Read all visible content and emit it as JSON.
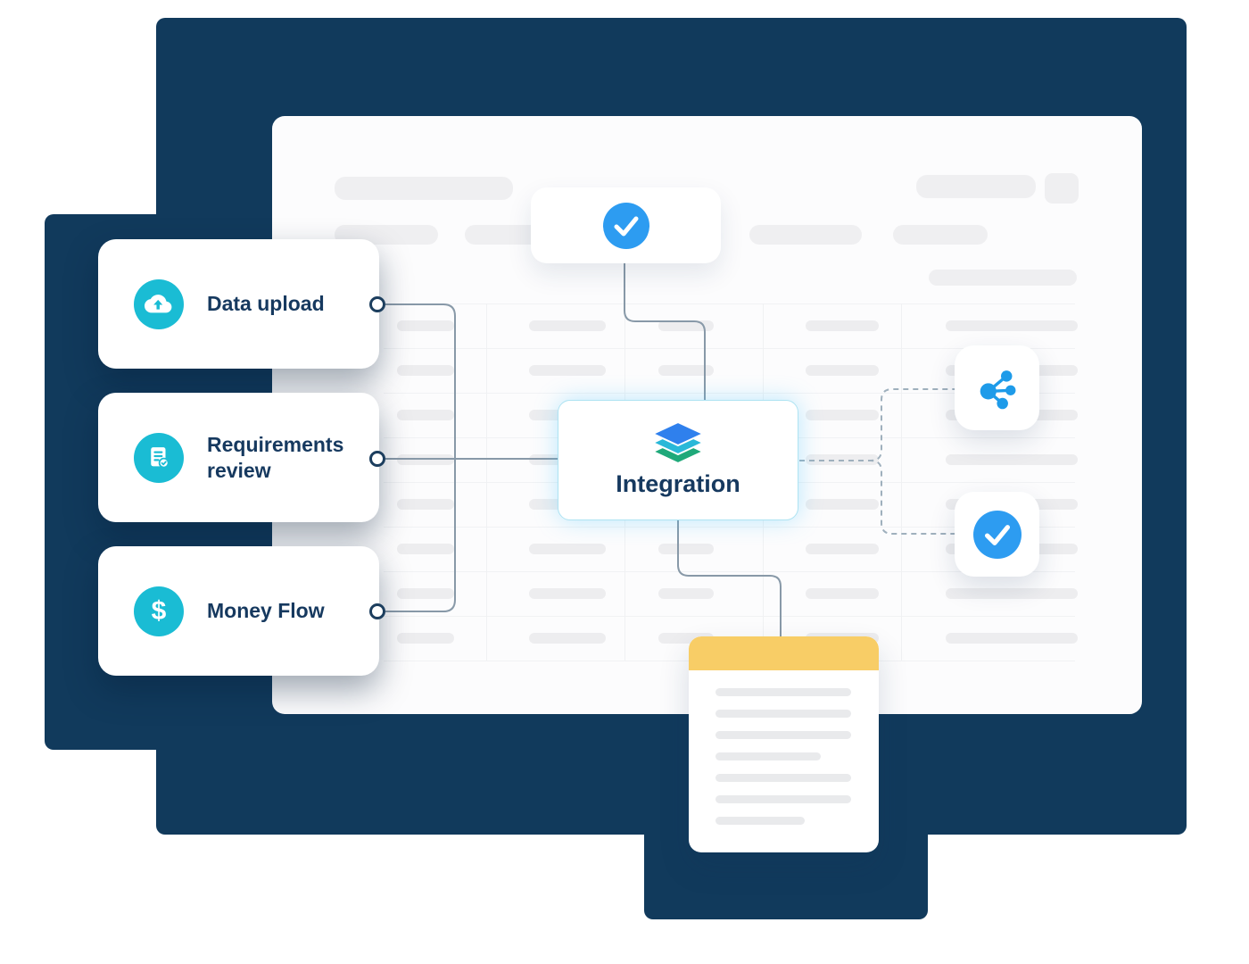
{
  "palette": {
    "navy": "#113A5C",
    "teal": "#1ABCD4",
    "blue": "#2D9CF1",
    "yellow": "#F8CD66",
    "layers_top": "#2F80ED",
    "layers_middle": "#29B8D8",
    "layers_bottom": "#1FA97A",
    "connector": "#8899A8",
    "text": "#16395F"
  },
  "workflow": {
    "steps": [
      {
        "label": "Data upload",
        "icon": "cloud-upload-icon"
      },
      {
        "label": "Requirements review",
        "icon": "document-review-icon"
      },
      {
        "label": "Money Flow",
        "icon": "dollar-icon",
        "glyph": "$"
      }
    ],
    "center": {
      "label": "Integration",
      "icon": "layers-icon"
    },
    "top_node": {
      "icon": "check-icon"
    },
    "right_nodes": [
      {
        "icon": "share-network-icon"
      },
      {
        "icon": "check-icon"
      }
    ],
    "bottom_node": {
      "icon": "notepad-document"
    }
  }
}
